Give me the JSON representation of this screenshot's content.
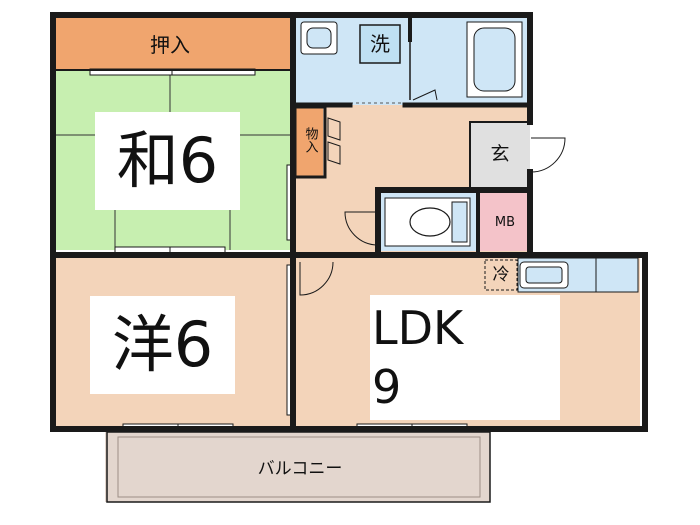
{
  "rooms": {
    "oshiire": "押入",
    "washitsu": "和6",
    "youshitsu": "洋6",
    "ldk_name": "LDK",
    "ldk_size": "9",
    "senmen": "洗",
    "monoire": "物入",
    "genkan": "玄",
    "mb": "MB",
    "reizouko": "冷",
    "balcony": "バルコニー"
  },
  "colors": {
    "wall": "#1a1a1a",
    "tatami": "#c7efb0",
    "wood_floor": "#f3d4ba",
    "oshiire": "#f0a56e",
    "monoire": "#f0a56e",
    "wet_area": "#cfe6f6",
    "genkan": "#e0e0e0",
    "mb": "#f4c3c9",
    "balcony": "#e3d6ce",
    "kitchen": "#cfe6f6"
  }
}
